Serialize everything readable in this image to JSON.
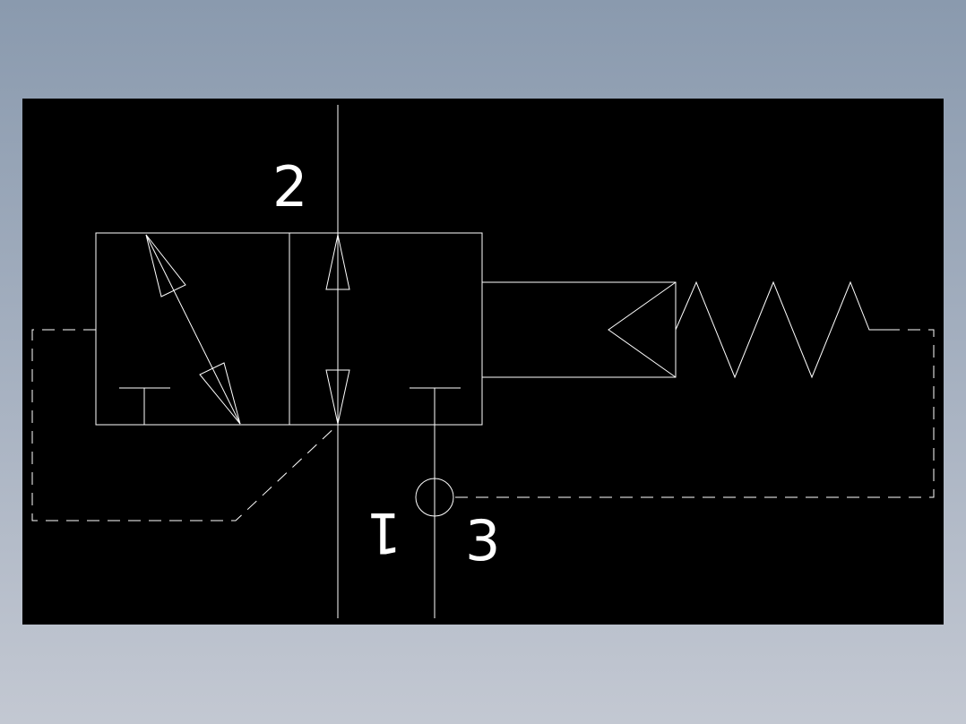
{
  "diagram": {
    "port_labels": {
      "port_2": "2",
      "port_1": "1",
      "port_3": "3"
    },
    "colors": {
      "background": "#000000",
      "lines": "#ffffff",
      "frame_gradient_top": "#8a9aae",
      "frame_gradient_bottom": "#c3c8d2"
    },
    "elements": [
      "valve-body",
      "spring-actuator",
      "pilot-line",
      "exhaust-port"
    ]
  }
}
